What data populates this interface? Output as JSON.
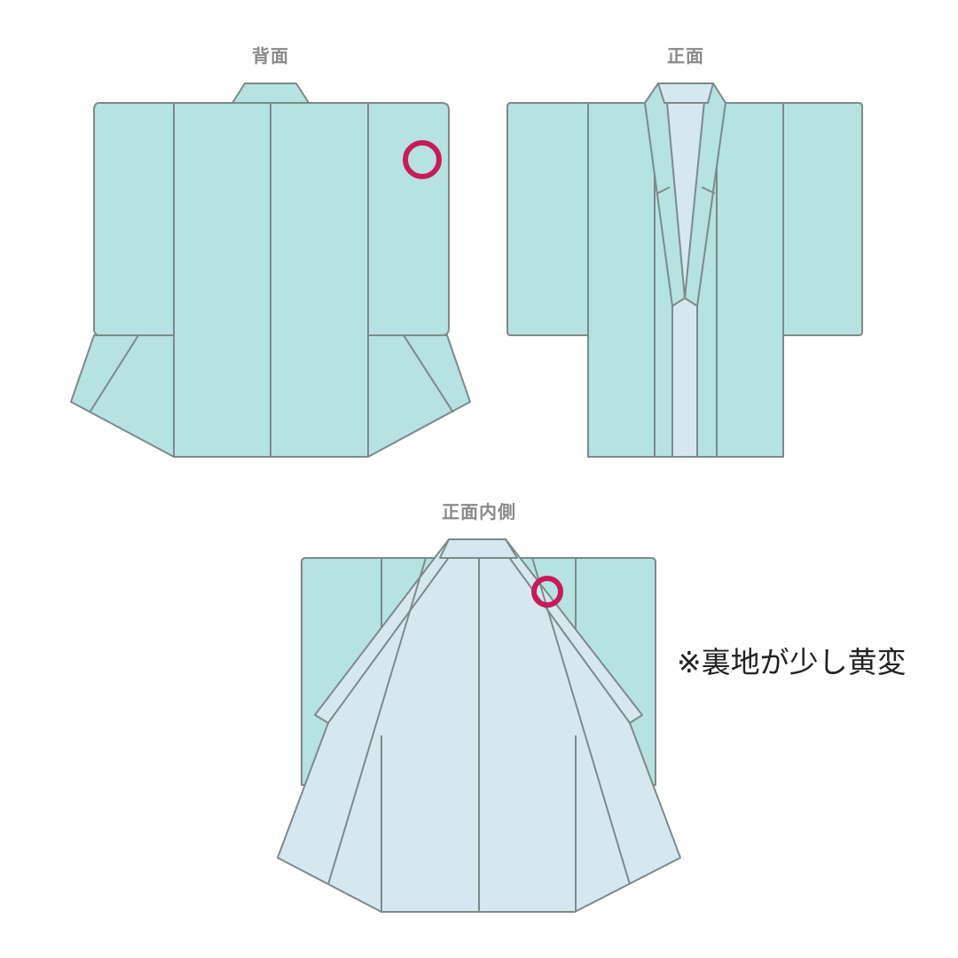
{
  "labels": {
    "back": "背面",
    "front": "正面",
    "front_inside": "正面内側"
  },
  "note": "※裏地が少し黄変",
  "colors": {
    "outer_fabric": "#b6e2e1",
    "lining": "#d6e8ef",
    "outline": "#7d8a8a",
    "marker": "#c91a5a",
    "label_text": "#8a8a8a"
  }
}
